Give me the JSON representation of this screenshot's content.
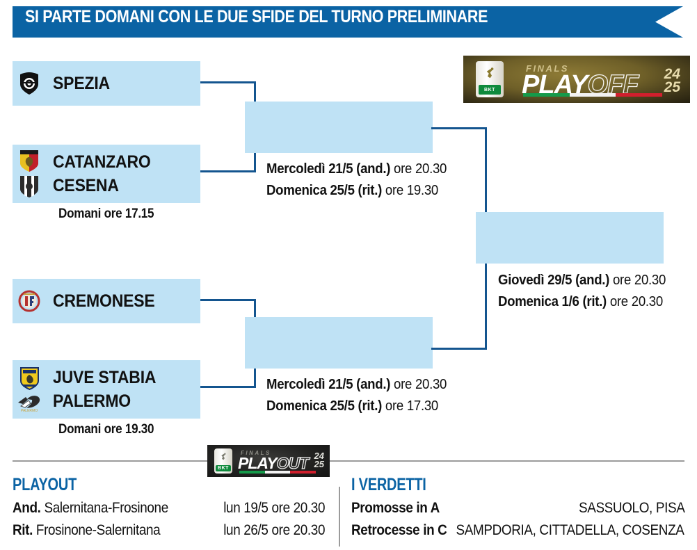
{
  "header": {
    "title": "SI PARTE DOMANI CON LE DUE SFIDE DEL TURNO PRELIMINARE",
    "background_color": "#0b63a4",
    "text_color": "#ffffff"
  },
  "colors": {
    "accent_blue": "#0b63a4",
    "box_light_blue": "#bfe2f5",
    "connector_blue": "#14558f",
    "text_dark": "#111111",
    "divider_grey": "#9b9b9b"
  },
  "bracket": {
    "preliminary": [
      {
        "id": "prelim-top",
        "teams": [
          "CATANZARO",
          "CESENA"
        ],
        "crests": [
          "catanzaro-crest",
          "cesena-crest"
        ],
        "kickoff": "Domani ore 17.15"
      },
      {
        "id": "prelim-bottom",
        "teams": [
          "JUVE STABIA",
          "PALERMO"
        ],
        "crests": [
          "juve-stabia-crest",
          "palermo-crest"
        ],
        "kickoff": "Domani ore 19.30"
      }
    ],
    "seeded": [
      {
        "id": "seed-spezia",
        "team": "SPEZIA",
        "crest": "spezia-crest"
      },
      {
        "id": "seed-cremonese",
        "team": "CREMONESE",
        "crest": "cremonese-crest"
      }
    ],
    "semifinals": [
      {
        "id": "semifinal-top",
        "legs": [
          {
            "day": "Mercoledì 21/5 (and.)",
            "time": "ore 20.30"
          },
          {
            "day": "Domenica 25/5 (rit.)",
            "time": "ore 19.30"
          }
        ]
      },
      {
        "id": "semifinal-bottom",
        "legs": [
          {
            "day": "Mercoledì 21/5 (and.)",
            "time": "ore 20.30"
          },
          {
            "day": "Domenica 25/5 (rit.)",
            "time": "ore 17.30"
          }
        ]
      }
    ],
    "final": {
      "id": "final",
      "legs": [
        {
          "day": "Giovedì 29/5 (and.)",
          "time": "ore 20.30"
        },
        {
          "day": "Domenica 1/6 (rit.)",
          "time": "ore 20.30"
        }
      ]
    }
  },
  "badges": {
    "playoff": {
      "finals": "FINALS",
      "word_solid": "PLAY",
      "word_hollow": "OFF",
      "year_top": "24",
      "year_bottom": "25",
      "league": "BKT",
      "style": "gold"
    },
    "playout": {
      "finals": "FINALS",
      "word_solid": "PLAY",
      "word_hollow": "OUT",
      "year_top": "24",
      "year_bottom": "25",
      "league": "BKT",
      "style": "dark"
    }
  },
  "footer": {
    "playout": {
      "heading": "PLAYOUT",
      "rows": [
        {
          "label": "And.",
          "match": "Salernitana-Frosinone",
          "when": "lun 19/5 ore 20.30"
        },
        {
          "label": "Rit.",
          "match": "Frosinone-Salernitana",
          "when": "lun 26/5 ore 20.30"
        }
      ]
    },
    "verdetti": {
      "heading": "I VERDETTI",
      "rows": [
        {
          "label": "Promosse in A",
          "value": "SASSUOLO, PISA"
        },
        {
          "label": "Retrocesse in C",
          "value": "SAMPDORIA, CITTADELLA, COSENZA"
        }
      ]
    }
  }
}
